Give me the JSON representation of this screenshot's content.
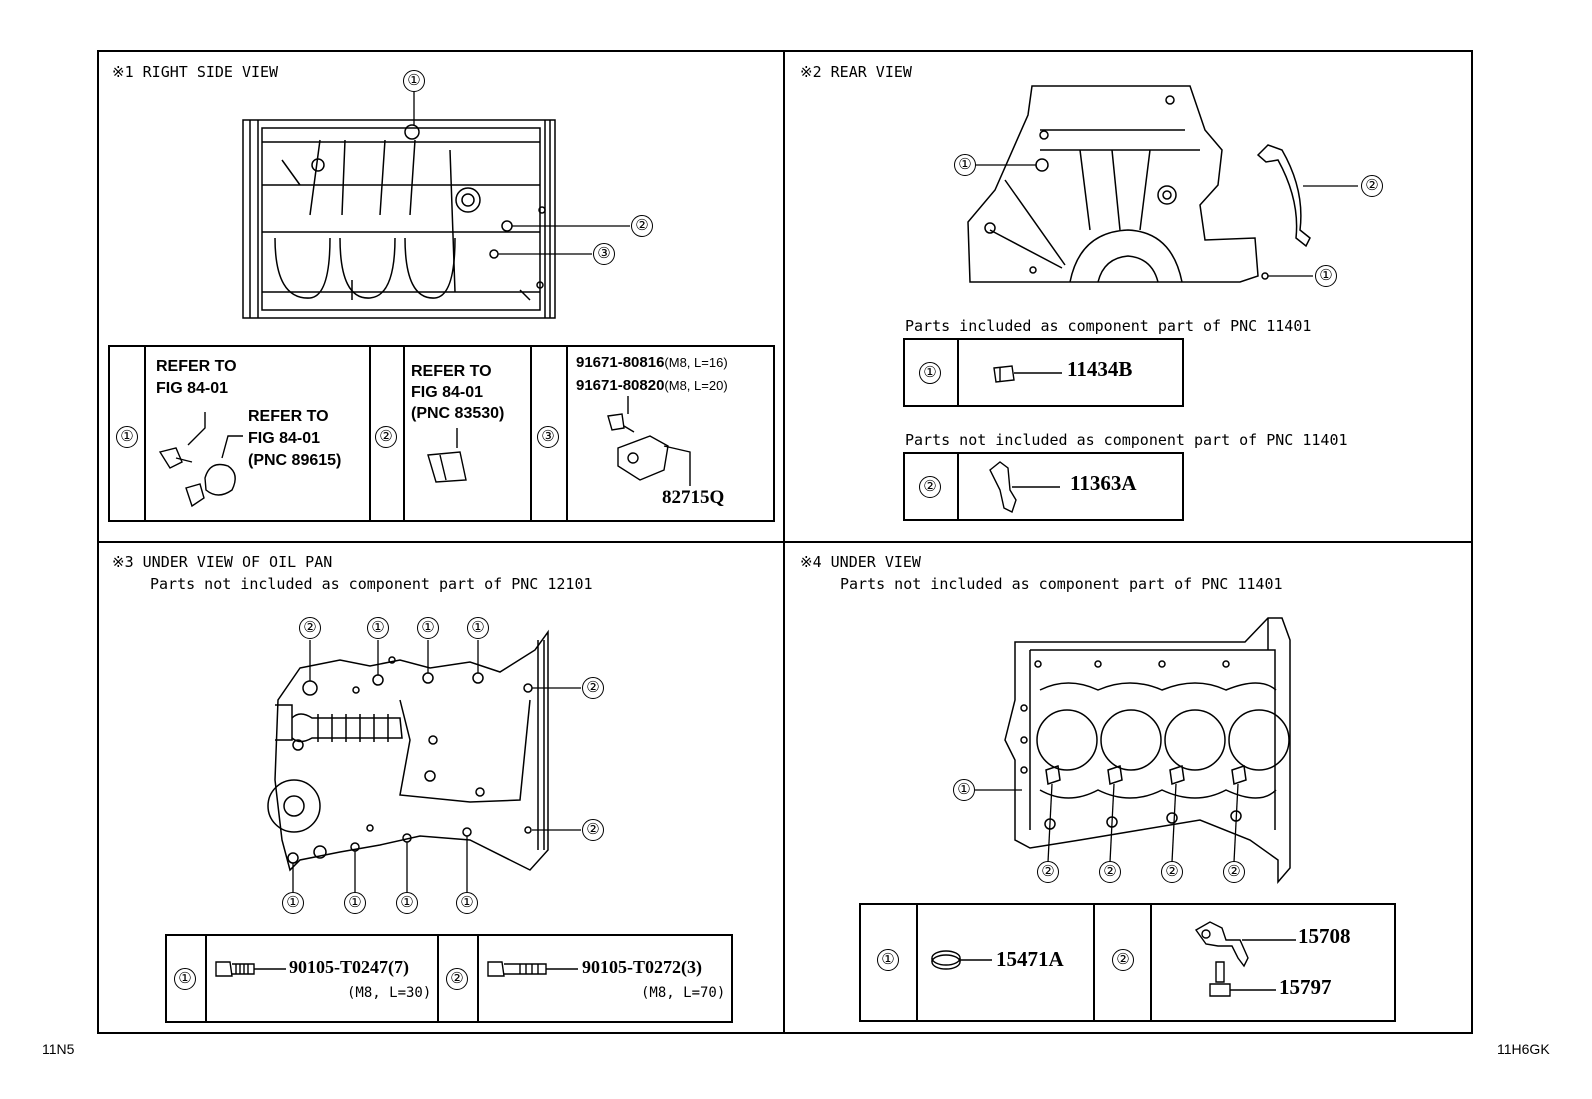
{
  "footer": {
    "left_code": "11N5",
    "right_code": "11H6GK"
  },
  "markers": {
    "one": "①",
    "two": "②",
    "three": "③"
  },
  "views": {
    "right_side": {
      "title": "※1 RIGHT SIDE VIEW",
      "part1": {
        "refer_a_line1": "REFER TO",
        "refer_a_line2": "FIG 84-01",
        "refer_b_line1": "REFER TO",
        "refer_b_line2": "FIG 84-01",
        "refer_b_line3": "(PNC 89615)"
      },
      "part2": {
        "line1": "REFER TO",
        "line2": "FIG 84-01",
        "line3": "(PNC 83530)"
      },
      "part3": {
        "bolt_a": "91671-80816",
        "bolt_a_spec": "(M8, L=16)",
        "bolt_b": "91671-80820",
        "bolt_b_spec": "(M8, L=20)",
        "bracket": "82715Q"
      }
    },
    "rear": {
      "title": "※2 REAR VIEW",
      "included_note": "Parts included as component part of PNC 11401",
      "included_part": "11434B",
      "not_included_note": "Parts not included as component part of PNC 11401",
      "not_included_part": "11363A"
    },
    "oil_pan": {
      "title": "※3 UNDER VIEW OF OIL PAN",
      "note": "Parts not included as component part of PNC 12101",
      "part1": {
        "number": "90105-T0247(7)",
        "spec": "(M8, L=30)"
      },
      "part2": {
        "number": "90105-T0272(3)",
        "spec": "(M8, L=70)"
      }
    },
    "under": {
      "title": "※4 UNDER VIEW",
      "note": "Parts not included as component part of PNC 11401",
      "part1": "15471A",
      "part2a": "15708",
      "part2b": "15797"
    }
  }
}
